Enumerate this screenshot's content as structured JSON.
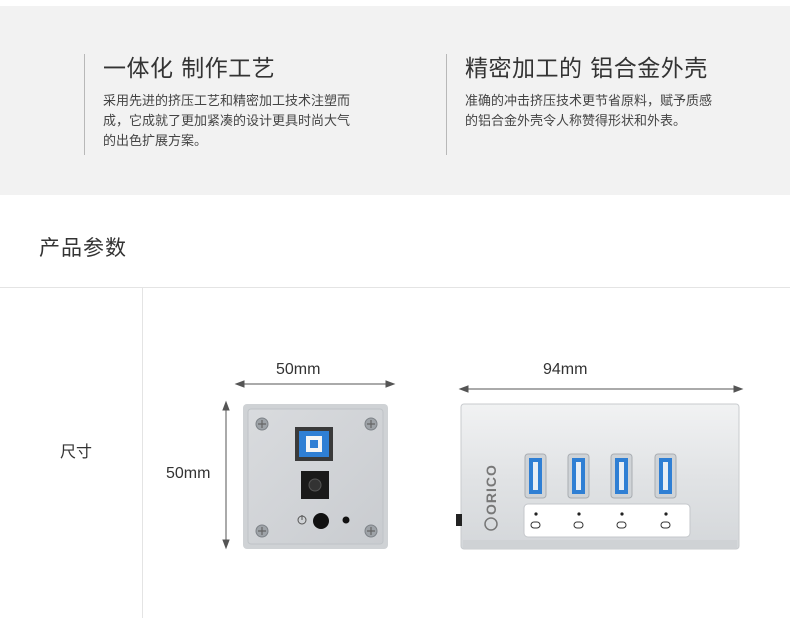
{
  "features": [
    {
      "title": "一体化 制作工艺",
      "body": "采用先进的挤压工艺和精密加工技术注塑而成，它成就了更加紧凑的设计更具时尚大气的出色扩展方案。"
    },
    {
      "title": "精密加工的 铝合金外壳",
      "body": "准确的冲击挤压技术更节省原料，赋予质感的铝合金外壳令人称赞得形状和外表。"
    }
  ],
  "specs": {
    "section_title": "产品参数",
    "row_label": "尺寸",
    "dimensions": {
      "front_width": "50mm",
      "front_height": "50mm",
      "side_length": "94mm"
    },
    "brand_logo_text": "ORICO",
    "usb_ports": 4
  },
  "colors": {
    "feature_bg": "#f2f2f2",
    "usb_blue": "#2f7fd4",
    "aluminum": "#e2e4e6"
  }
}
